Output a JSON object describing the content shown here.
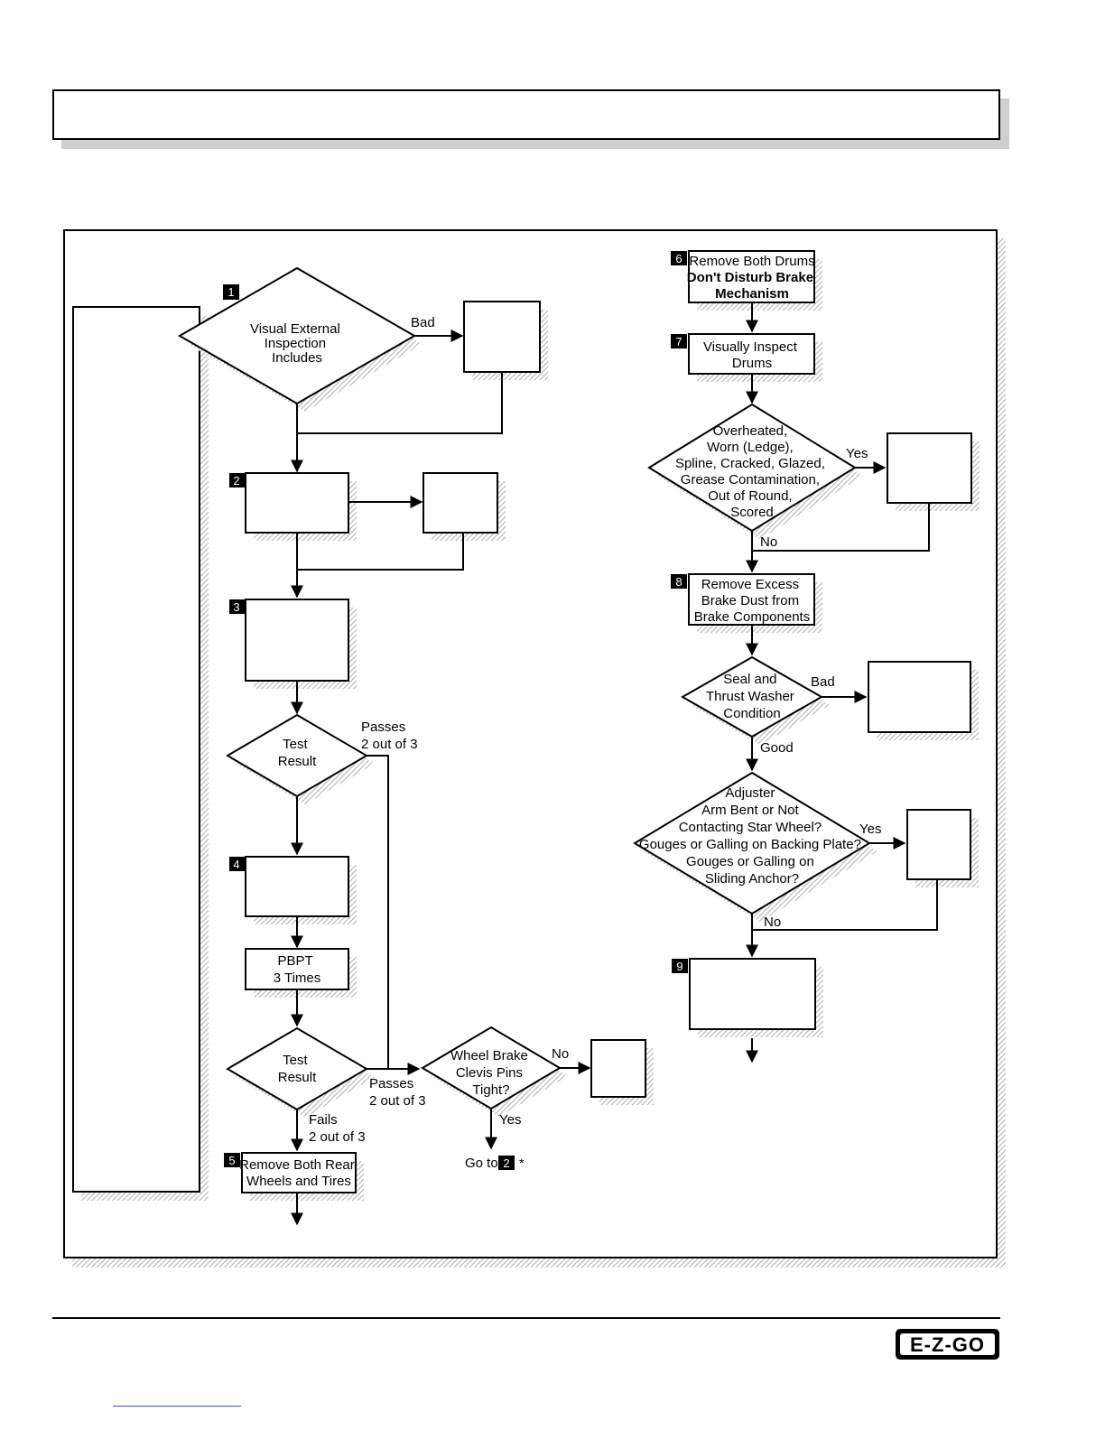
{
  "steps": {
    "s1": "1",
    "s2": "2",
    "s3": "3",
    "s4": "4",
    "s5": "5",
    "s6": "6",
    "s7": "7",
    "s8": "8",
    "s9": "9"
  },
  "nodes": {
    "visual_inspection": [
      "Visual External",
      "Inspection",
      "Includes"
    ],
    "test_result_1": [
      "Test",
      "Result"
    ],
    "pbpt": [
      "PBPT",
      "3 Times"
    ],
    "test_result_2": [
      "Test",
      "Result"
    ],
    "remove_rear_wheels": [
      "Remove Both Rear",
      "Wheels and Tires"
    ],
    "clevis_pins": [
      "Wheel Brake",
      "Clevis Pins",
      "Tight?"
    ],
    "goto_prefix": "Go to",
    "goto_step": "2",
    "goto_suffix": "*",
    "remove_drums_line1": "Remove Both Drums",
    "remove_drums_bold": [
      "Don't Disturb Brake",
      "Mechanism"
    ],
    "inspect_drums": [
      "Visually Inspect",
      "Drums"
    ],
    "drum_condition": [
      "Overheated,",
      "Worn (Ledge),",
      "Spline, Cracked, Glazed,",
      "Grease Contamination,",
      "Out of Round,",
      "Scored"
    ],
    "remove_dust": [
      "Remove Excess",
      "Brake Dust from",
      "Brake Components"
    ],
    "seal_condition": [
      "Seal and",
      "Thrust Washer",
      "Condition"
    ],
    "adjuster_check": [
      "Adjuster",
      "Arm Bent or Not",
      "Contacting Star Wheel?",
      "Gouges or Galling on Backing Plate?",
      "Gouges or Galling on",
      "Sliding Anchor?"
    ]
  },
  "edges": {
    "bad_1": "Bad",
    "passes_1": [
      "Passes",
      "2 out of 3"
    ],
    "passes_2": [
      "Passes",
      "2 out of 3"
    ],
    "fails": [
      "Fails",
      "2 out of 3"
    ],
    "no_clevis": "No",
    "yes_clevis": "Yes",
    "yes_drum": "Yes",
    "no_drum": "No",
    "bad_seal": "Bad",
    "good_seal": "Good",
    "yes_adjuster": "Yes",
    "no_adjuster": "No"
  },
  "logo": "E-Z-GO"
}
